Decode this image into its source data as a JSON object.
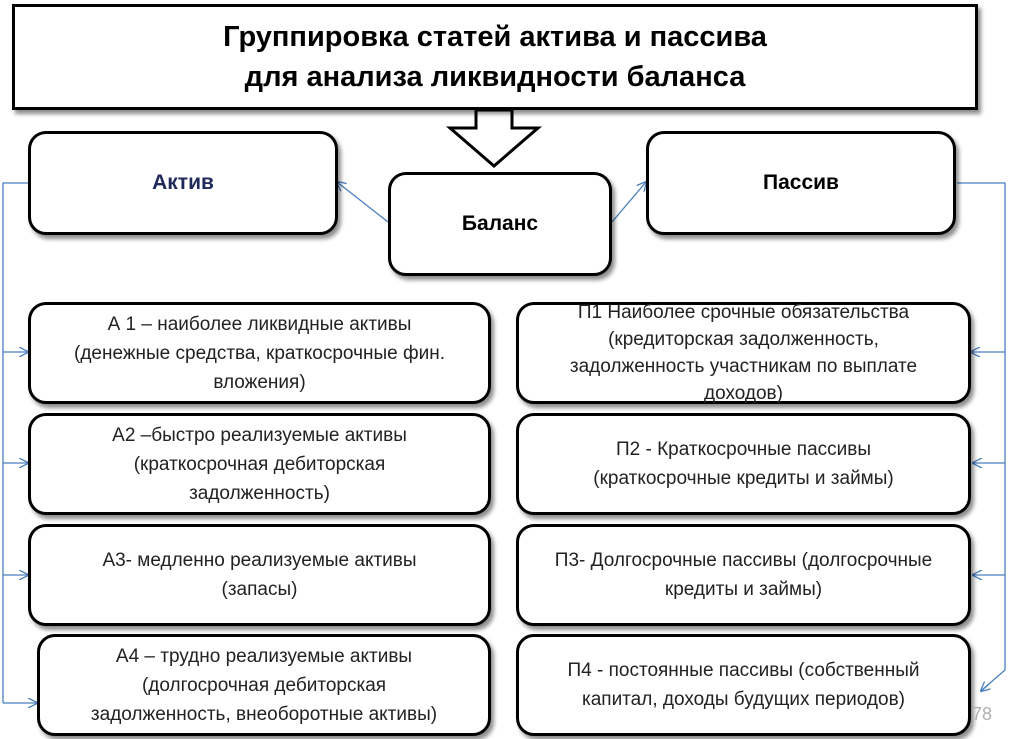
{
  "title": {
    "line1": "Группировка статей актива и пассива",
    "line2": "для анализа ликвидности баланса"
  },
  "balance": {
    "label": "Баланс"
  },
  "assets": {
    "label": "Актив",
    "label_color": "#1f2a5a",
    "items": [
      "А 1 – наиболее ликвидные активы\n(денежные средства, краткосрочные фин.\nвложения)",
      "А2 –быстро реализуемые активы\n(краткосрочная дебиторская\nзадолженность)",
      "А3- медленно реализуемые активы\n(запасы)",
      "А4 – трудно реализуемые активы\n(долгосрочная дебиторская\nзадолженность, внеоборотные активы)"
    ]
  },
  "liabilities": {
    "label": "Пассив",
    "items": [
      "П1 Наиболее срочные обязательства\n(кредиторская  задолженность,\nзадолженность участникам по выплате\nдоходов)",
      "П2 - Краткосрочные пассивы\n(краткосрочные кредиты и займы)",
      "П3- Долгосрочные пассивы (долгосрочные\nкредиты и займы)",
      "П4 -  постоянные пассивы (собственный\nкапитал, доходы будущих периодов)"
    ]
  },
  "page_number": "78",
  "colors": {
    "connector": "#4a7fc0",
    "border": "#000000",
    "page_number": "#b0b0b0"
  }
}
